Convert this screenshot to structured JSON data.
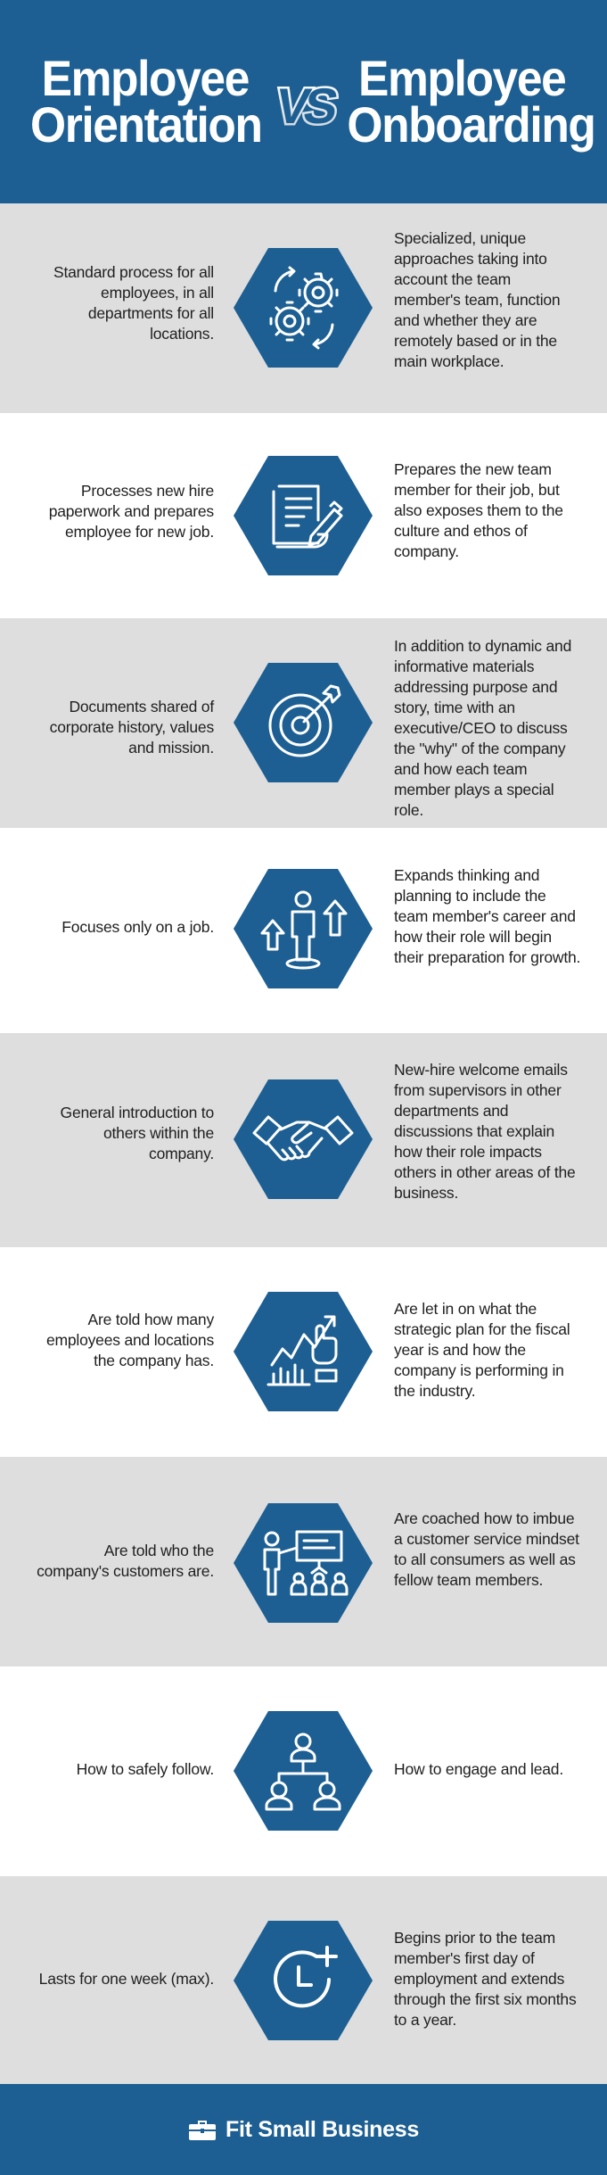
{
  "header": {
    "left_title_line1": "Employee",
    "left_title_line2": "Orientation",
    "vs_label": "VS",
    "right_title_line1": "Employee",
    "right_title_line2": "Onboarding"
  },
  "colors": {
    "brand_blue": "#1d5f92",
    "row_gray": "#dededf",
    "row_white": "#ffffff",
    "text": "#1f1f1f"
  },
  "rows": [
    {
      "icon": "gears-icon",
      "orientation": "Standard process for all employees, in all departments for all locations.",
      "onboarding": "Specialized, unique approaches taking into account the team member's team, function and whether they are remotely based or in the main workplace."
    },
    {
      "icon": "document-pen-icon",
      "orientation": "Processes new hire paperwork and prepares employee for new job.",
      "onboarding": "Prepares the new team member for their job, but also exposes them to the culture and ethos of company."
    },
    {
      "icon": "target-icon",
      "orientation": "Documents shared of corporate history, values and mission.",
      "onboarding": "In addition to dynamic and informative materials addressing purpose and story, time with an executive/CEO to discuss the \"why\" of the company and how each team member plays a special role."
    },
    {
      "icon": "person-growth-icon",
      "orientation": "Focuses only on a job.",
      "onboarding": "Expands thinking and planning to include the team member's career and how their role will begin their preparation for growth."
    },
    {
      "icon": "handshake-icon",
      "orientation": "General introduction to others within the company.",
      "onboarding": "New-hire welcome emails from supervisors in other departments and discussions that explain how their role impacts others in other areas of the business."
    },
    {
      "icon": "growth-chart-icon",
      "orientation": "Are told how many employees and locations the company has.",
      "onboarding": "Are let in on what the strategic plan for the fiscal year is and how the company is performing in the industry."
    },
    {
      "icon": "presentation-icon",
      "orientation": "Are told who the company's customers are.",
      "onboarding": "Are coached how to imbue a customer service mindset to all consumers as well as fellow team members."
    },
    {
      "icon": "team-hierarchy-icon",
      "orientation": "How to safely follow.",
      "onboarding": "How to engage and lead."
    },
    {
      "icon": "clock-plus-icon",
      "orientation": "Lasts for one week (max).",
      "onboarding": "Begins prior to the team member's first day of employment and extends through the first six months to a year."
    }
  ],
  "footer": {
    "brand_name": "Fit Small Business",
    "brand_icon": "briefcase-icon"
  }
}
